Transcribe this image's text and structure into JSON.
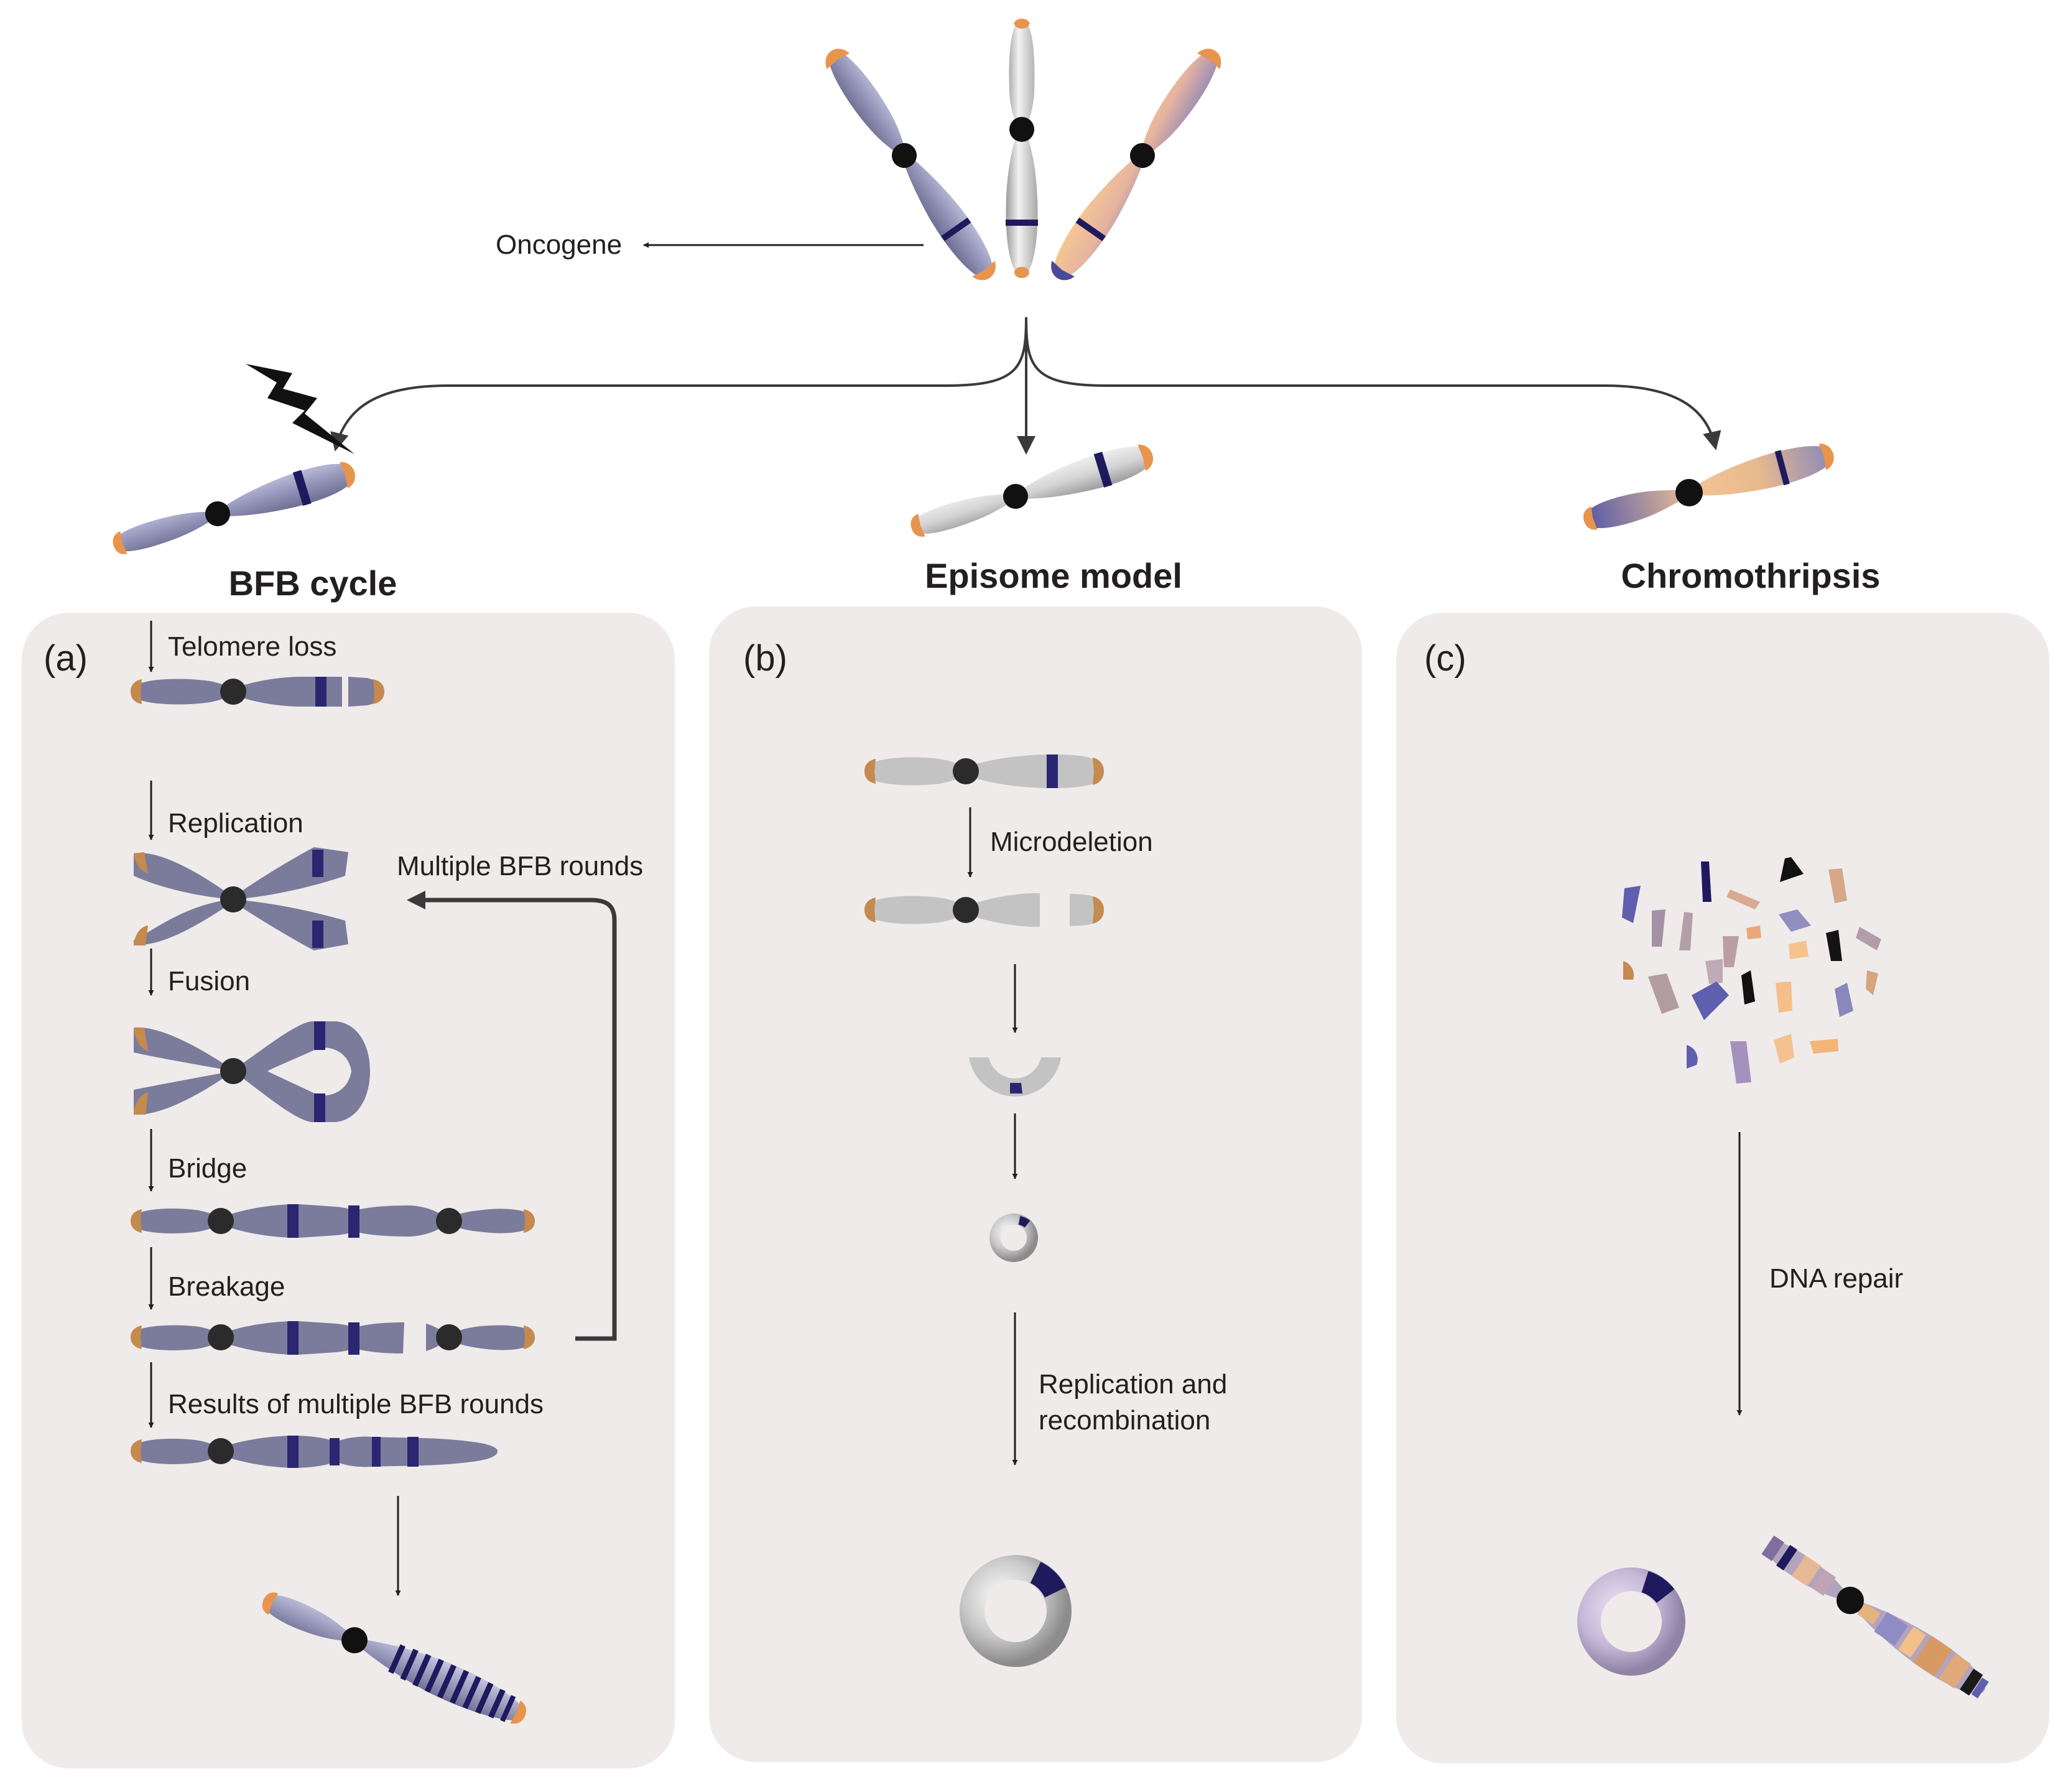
{
  "oncogene_label": "Oncogene",
  "titles": {
    "bfb": "BFB cycle",
    "episome": "Episome model",
    "chromothripsis": "Chromothripsis"
  },
  "panel_a": {
    "letter": "(a)",
    "steps": {
      "telomere_loss": "Telomere loss",
      "replication": "Replication",
      "fusion": "Fusion",
      "bridge": "Bridge",
      "breakage": "Breakage",
      "results": "Results of multiple BFB rounds"
    },
    "loop_label": "Multiple BFB rounds"
  },
  "panel_b": {
    "letter": "(b)",
    "microdeletion": "Microdeletion",
    "replication_line1": "Replication and",
    "replication_line2": "recombination"
  },
  "panel_c": {
    "letter": "(c)",
    "dna_repair": "DNA repair"
  },
  "colors": {
    "telomere": "#d9894a",
    "centromere": "#2b2b2b",
    "band": "#1f1a5e",
    "panel_bg": "#efebea",
    "purple_chromosome": "#7a7a98",
    "gray_chromosome": "#c3c3c3",
    "peach_chromosome": "#f3c08d",
    "blue_chromosome": "#5e5fae"
  }
}
